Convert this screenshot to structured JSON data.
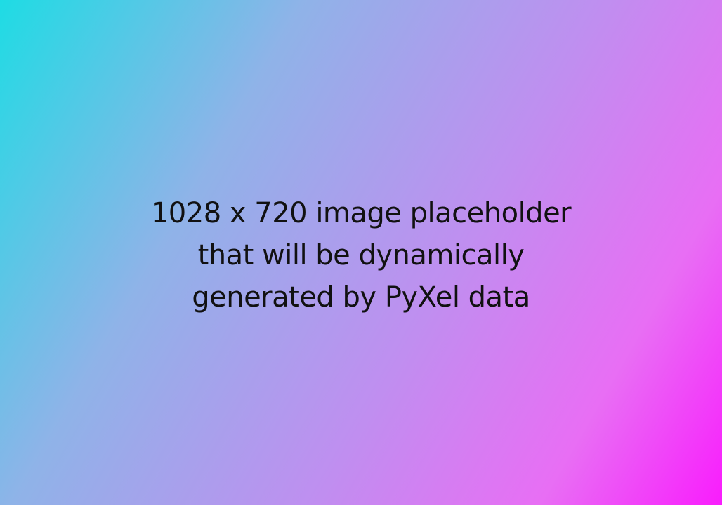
{
  "placeholder": {
    "lines": [
      "1028 x 720 image placeholder",
      "that will be dynamically",
      "generated by PyXel data"
    ]
  },
  "colors": {
    "gradient_start": "#1edce4",
    "gradient_mid": "#c08ef0",
    "gradient_end": "#f91cfd",
    "text": "#111111"
  }
}
